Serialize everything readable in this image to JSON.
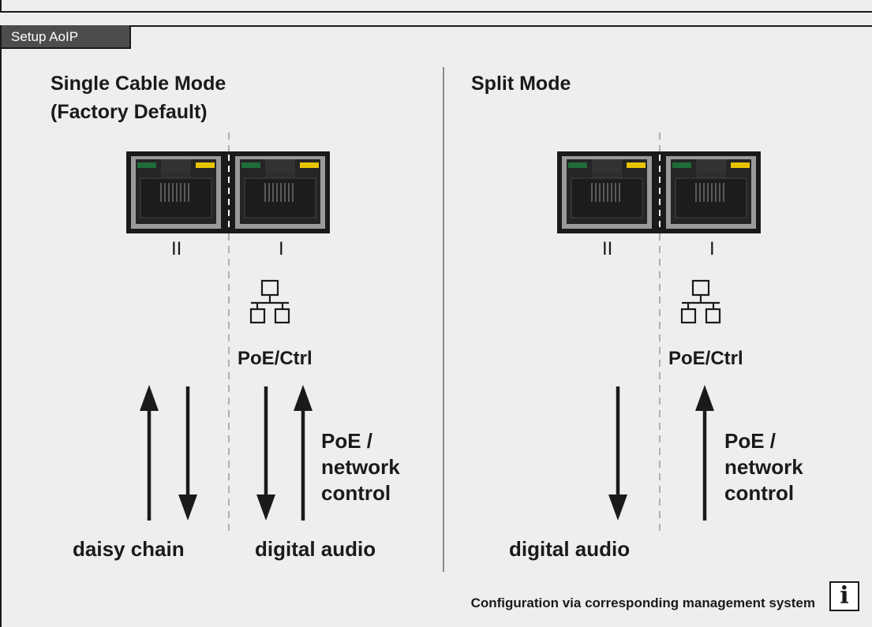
{
  "tab": "Setup AoIP",
  "left": {
    "title_line1": "Single Cable Mode",
    "title_line2": "(Factory Default)",
    "port_labels": [
      "II",
      "I"
    ],
    "network_label": "PoE/Ctrl",
    "daisy_chain": "daisy chain",
    "digital_audio": "digital audio",
    "poe_text": [
      "PoE /",
      "network",
      "control"
    ]
  },
  "right": {
    "title": "Split Mode",
    "port_labels": [
      "II",
      "I"
    ],
    "network_label": "PoE/Ctrl",
    "digital_audio": "digital audio",
    "poe_text": [
      "PoE /",
      "network",
      "control"
    ]
  },
  "footer": {
    "note": "Configuration via corresponding management system",
    "info_symbol": "i"
  },
  "icons": {
    "info": "info-icon",
    "network": "network-icon",
    "port": "ethernet-port-icon"
  },
  "colors": {
    "led_green": "#1f6b3a",
    "led_yellow": "#e6c400",
    "tab_bg": "#4d4d4d",
    "port_body": "#2b2b2b"
  }
}
